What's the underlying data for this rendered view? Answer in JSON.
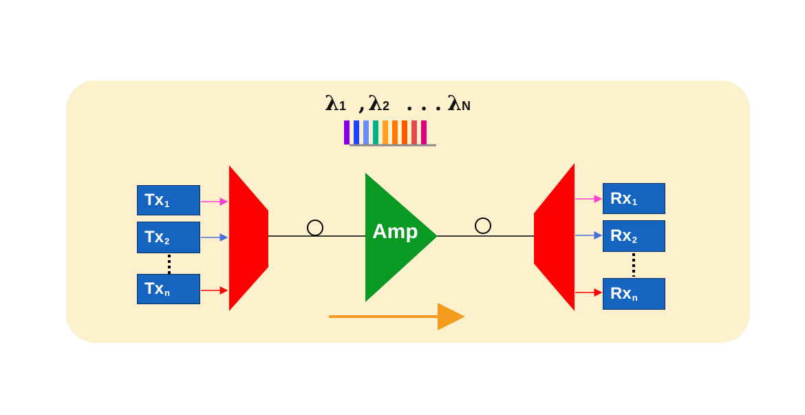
{
  "transmitters": [
    {
      "name": "Tx",
      "sub": "1",
      "color": "#ff3fd0"
    },
    {
      "name": "Tx",
      "sub": "2",
      "color": "#4a6fd8"
    },
    {
      "name": "Tx",
      "sub": "n",
      "color": "#ff0000"
    }
  ],
  "receivers": [
    {
      "name": "Rx",
      "sub": "1",
      "color": "#ff3fd0"
    },
    {
      "name": "Rx",
      "sub": "2",
      "color": "#4a6fd8"
    },
    {
      "name": "Rx",
      "sub": "n",
      "color": "#ff0000"
    }
  ],
  "wavelengths": {
    "symbol": "λ",
    "first_sub": "1",
    "comma": ",",
    "second_sub": "2",
    "ellipsis": ". . .",
    "last_sub": "N"
  },
  "amplifier": {
    "label": "Amp"
  },
  "spectrum_colors": [
    "#8a00e6",
    "#1e40ff",
    "#6a8cff",
    "#00b08a",
    "#ffa020",
    "#ff7a00",
    "#ff5a00",
    "#e04a4a",
    "#e0007a"
  ],
  "colors": {
    "panel": "#fdf0cc",
    "mux": "#ff0000",
    "amp": "#0a9a23",
    "box": "#1565c0",
    "direction_arrow": "#f39c1f"
  }
}
